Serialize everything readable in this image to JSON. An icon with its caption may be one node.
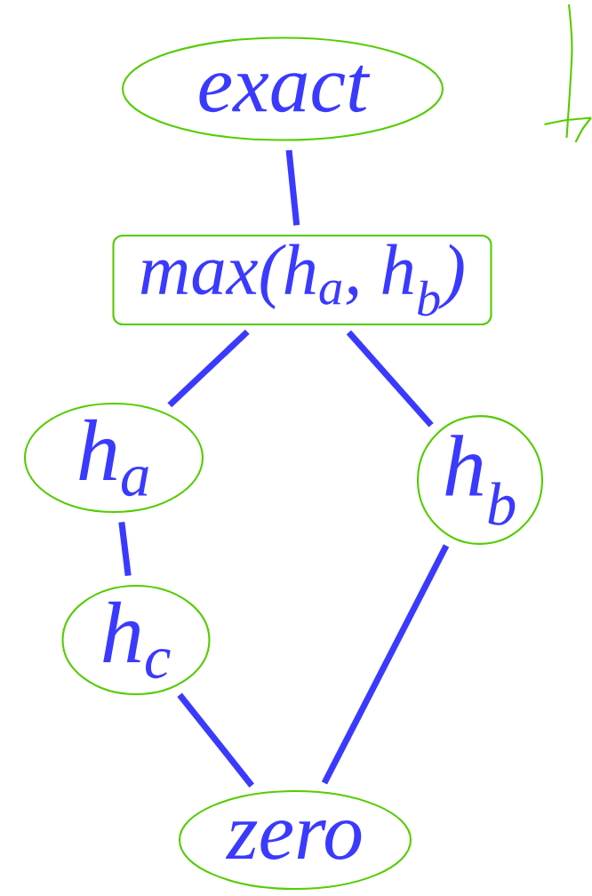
{
  "diagram": {
    "nodes": [
      {
        "text": [
          "exact"
        ]
      },
      {
        "text": [
          "max(h$_{a}$, h$_{b}$)"
        ]
      },
      {
        "text": [
          "h$_{a}$"
        ]
      },
      {
        "text": [
          "h$_{b}$"
        ]
      },
      {
        "text": [
          "h$_{c}$"
        ]
      },
      {
        "text": [
          "zero"
        ]
      }
    ],
    "edges": [
      {
        "from": 0,
        "to": 1,
        "arrow": "none"
      },
      {
        "from": 1,
        "to": 2,
        "arrow": "none"
      },
      {
        "from": 1,
        "to": 3,
        "arrow": "none"
      },
      {
        "from": 2,
        "to": 4,
        "arrow": "none"
      },
      {
        "from": 4,
        "to": 5,
        "arrow": "none"
      },
      {
        "from": 3,
        "to": 5,
        "arrow": "none"
      }
    ]
  }
}
